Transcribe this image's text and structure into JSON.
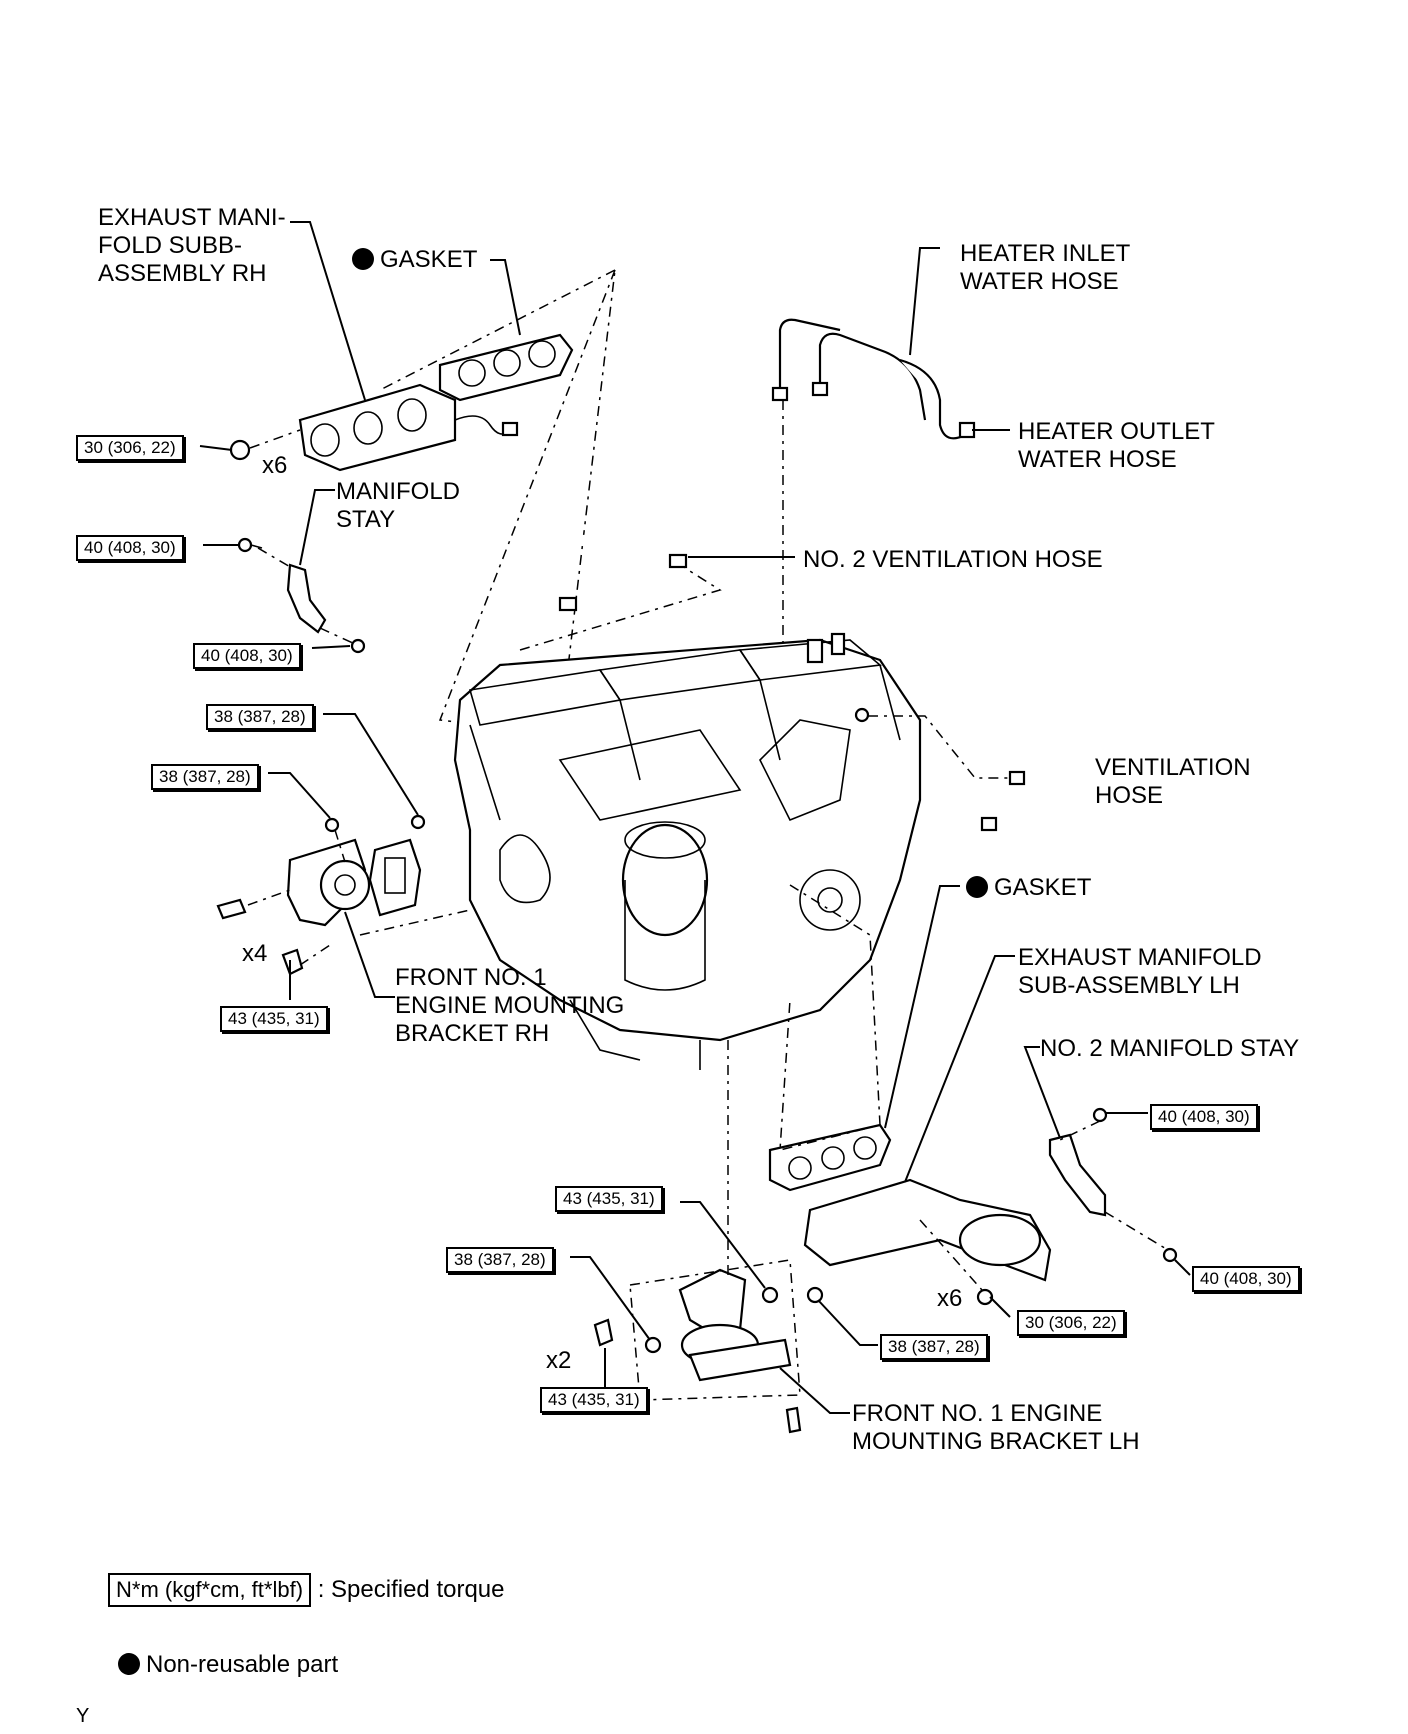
{
  "labels": {
    "exhaust_manifold_rh": [
      "EXHAUST MANI-",
      "FOLD SUBB-",
      "ASSEMBLY RH"
    ],
    "gasket_rh": "GASKET",
    "heater_inlet": [
      "HEATER INLET",
      "WATER HOSE"
    ],
    "heater_outlet": [
      "HEATER OUTLET",
      "WATER HOSE"
    ],
    "manifold_stay": [
      "MANIFOLD",
      "STAY"
    ],
    "no2_ventilation_hose": "NO. 2 VENTILATION HOSE",
    "ventilation_hose": [
      "VENTILATION",
      "HOSE"
    ],
    "gasket_lh": "GASKET",
    "exhaust_manifold_lh": [
      "EXHAUST MANIFOLD",
      "SUB-ASSEMBLY LH"
    ],
    "no2_manifold_stay": "NO. 2 MANIFOLD STAY",
    "front_bracket_rh": [
      "FRONT NO. 1",
      "ENGINE MOUNTING",
      "BRACKET RH"
    ],
    "front_bracket_lh": [
      "FRONT NO. 1 ENGINE",
      "MOUNTING BRACKET LH"
    ]
  },
  "torques": {
    "t30_a": "30 (306, 22)",
    "t40_a": "40 (408, 30)",
    "t40_b": "40 (408, 30)",
    "t38_a": "38 (387, 28)",
    "t38_b": "38 (387, 28)",
    "t43_a": "43 (435, 31)",
    "t40_c": "40 (408, 30)",
    "t40_d": "40 (408, 30)",
    "t43_b": "43 (435, 31)",
    "t38_c": "38 (387, 28)",
    "t38_d": "38 (387, 28)",
    "t30_b": "30 (306, 22)",
    "t43_c": "43 (435, 31)"
  },
  "quantities": {
    "x6_rh": "x6",
    "x4": "x4",
    "x6_lh": "x6",
    "x2": "x2"
  },
  "legend": {
    "torque_box": "N*m (kgf*cm, ft*lbf)",
    "torque_text": ": Specified torque",
    "nonreusable_text": "Non-reusable part"
  },
  "corner_mark": "Y"
}
